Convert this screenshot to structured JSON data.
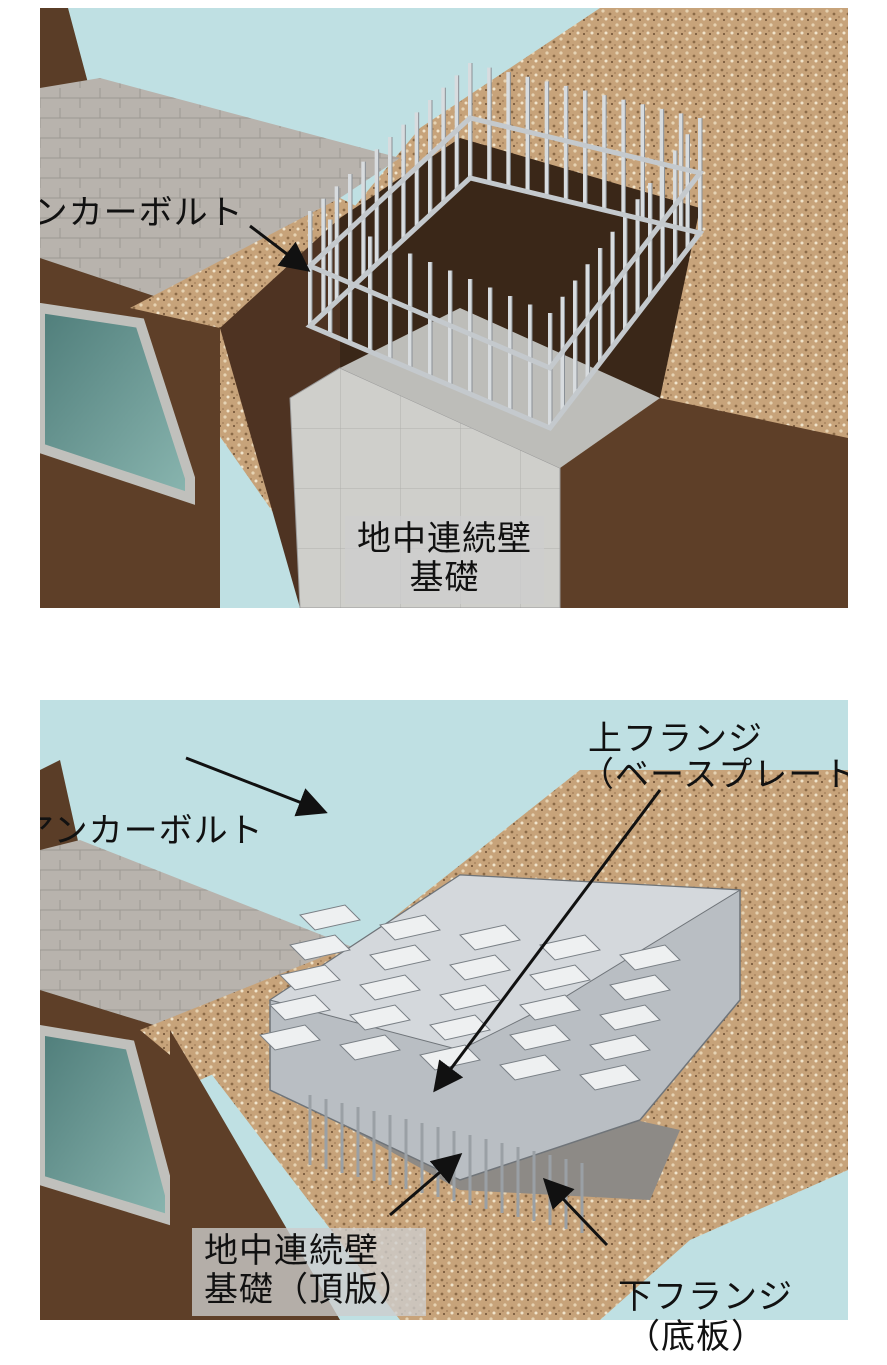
{
  "top": {
    "anchor_bolt": "アンカーボルト",
    "diaphragm_wall_line1": "地中連続壁",
    "diaphragm_wall_line2": "基礎"
  },
  "bottom": {
    "upper_flange_line1": "上フランジ",
    "upper_flange_line2": "（ベースプレート）",
    "anchor_bolt": "アンカーボルト",
    "diaphragm_wall_line1": "地中連続壁",
    "diaphragm_wall_line2": "基礎（頂版）",
    "lower_flange_line1": "下フランジ",
    "lower_flange_line2": "（底板）"
  },
  "colors": {
    "sky": "#bfe0e3",
    "soil_top": "#c9a77c",
    "soil_side": "#5e3f28",
    "steel": "#b9bec3",
    "concrete": "#c8c8c4"
  }
}
